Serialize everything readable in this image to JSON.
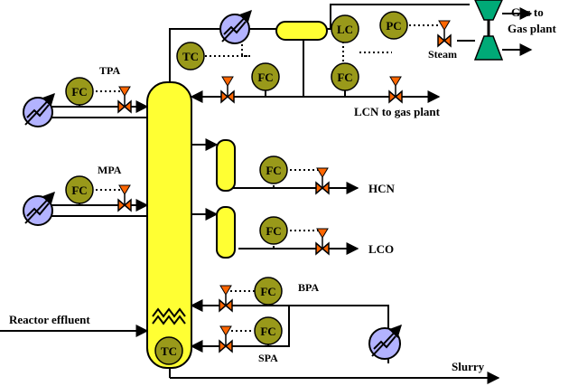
{
  "colors": {
    "vessel": "#ffff33",
    "instrument": "#99991a",
    "valve": "#ff6600",
    "exchanger": "#b3b3ff",
    "turbine": "#00aa77",
    "line": "#000000"
  },
  "labels": {
    "tpa": "TPA",
    "mpa": "MPA",
    "bpa": "BPA",
    "spa": "SPA",
    "lcn": "LCN to gas plant",
    "hcn": "HCN",
    "lco": "LCO",
    "slurry": "Slurry",
    "reactor": "Reactor effluent",
    "steam": "Steam",
    "gas_line1": "Gas to",
    "gas_line2": "Gas plant"
  },
  "instruments": {
    "fc": "FC",
    "tc": "TC",
    "lc": "LC",
    "pc": "PC"
  }
}
